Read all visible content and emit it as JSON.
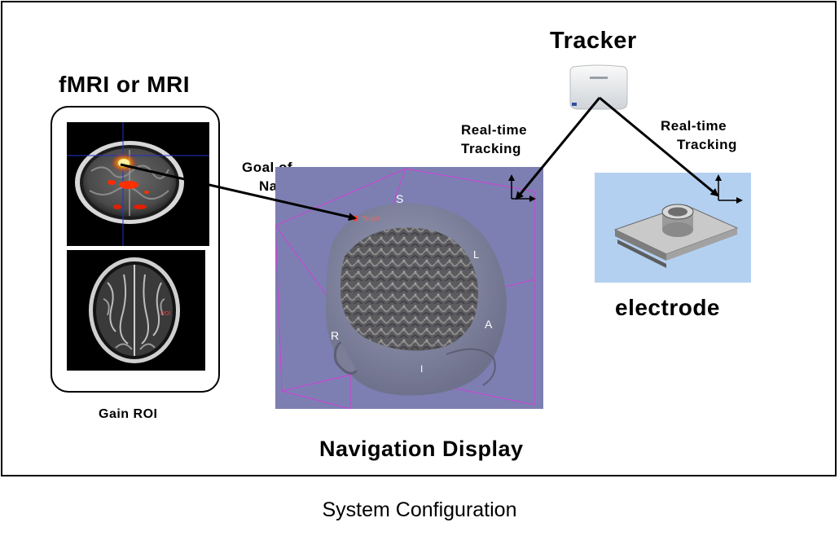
{
  "labels": {
    "mri_title": "fMRI or MRI",
    "gain_roi": "Gain ROI",
    "goal_of_navigation": [
      "Goal of",
      "Navigation"
    ],
    "tracker": "Tracker",
    "realtime_left": [
      "Real-time",
      "Tracking"
    ],
    "realtime_right": [
      "Real-time",
      "Tracking"
    ],
    "electrode": "electrode",
    "navigation_display": "Navigation Display",
    "caption": "System Configuration"
  },
  "nav_view": {
    "orient_S": "S",
    "orient_L": "L",
    "orient_A": "A",
    "orient_R": "R",
    "orient_I": "I",
    "target_label": "Target"
  },
  "mri_view": {
    "roi_label": "ROI"
  },
  "colors": {
    "nav_background": "#7d7fb2",
    "bounding_box": "#d040d8",
    "electrode_background": "#b4d0f0",
    "fmri_activation": "#ff6a00",
    "arrow": "#000000"
  }
}
